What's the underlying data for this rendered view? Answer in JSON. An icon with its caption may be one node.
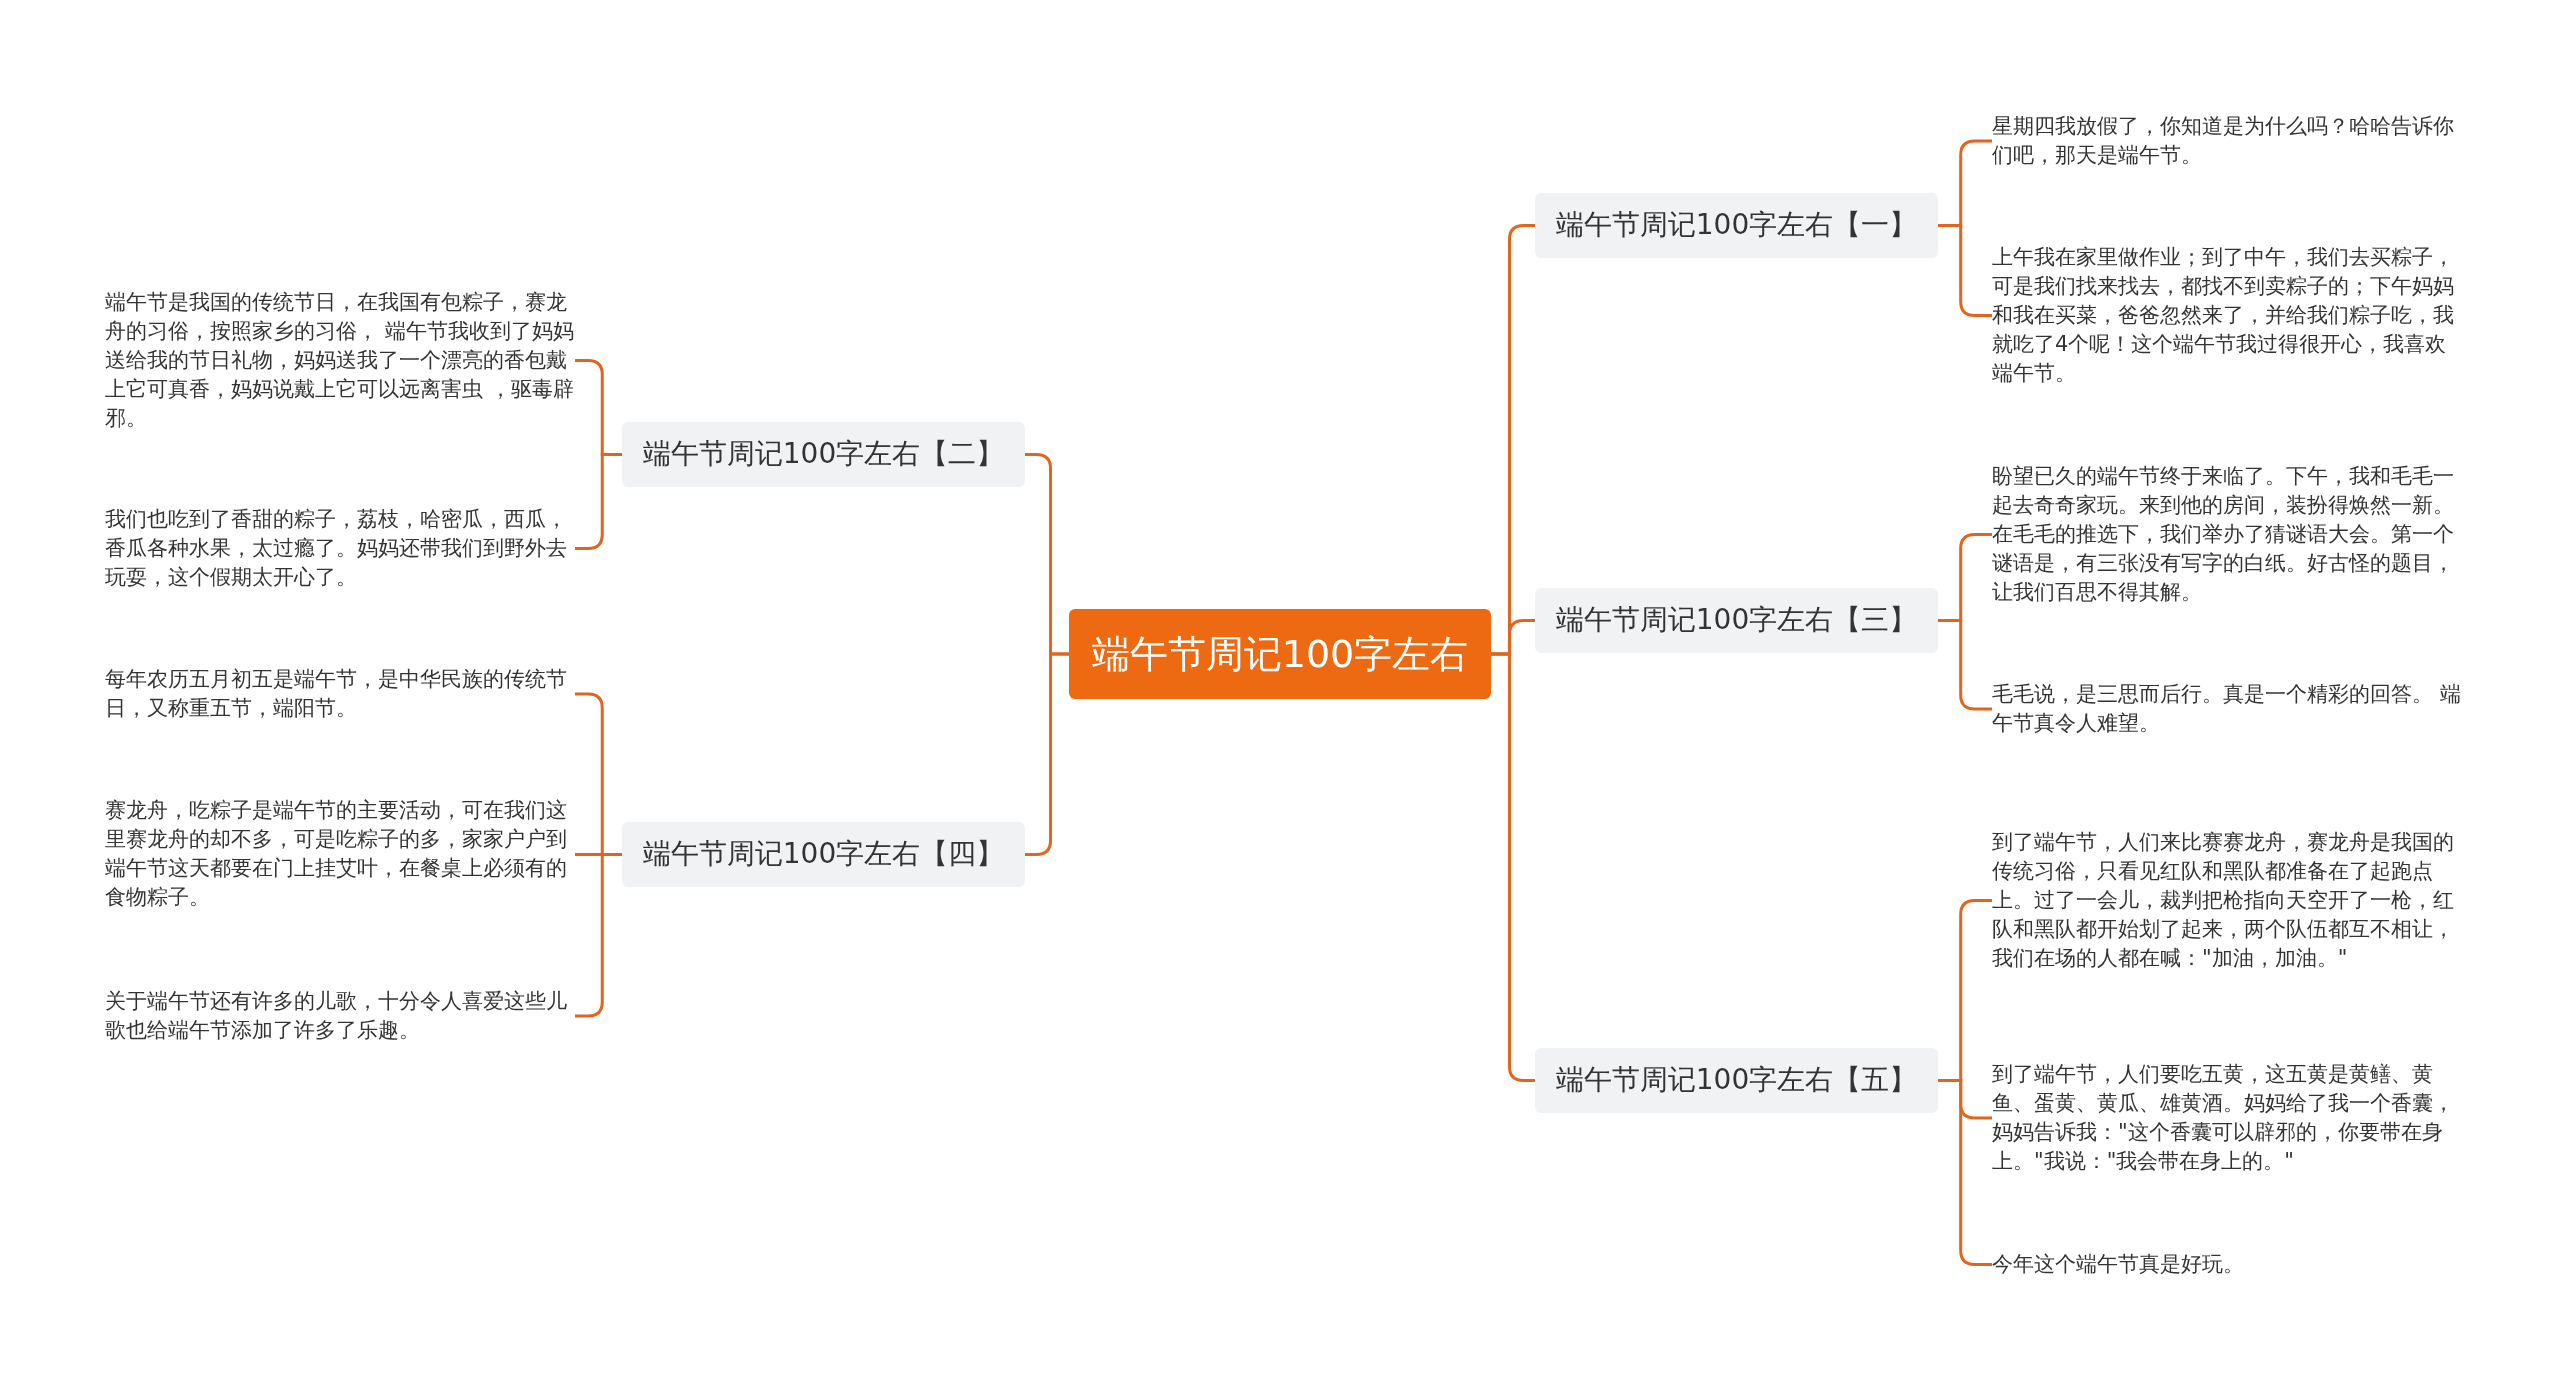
{
  "diagram": {
    "nodes": [
      {
        "text": [
          "端午节周记100字左右"
        ]
      },
      {
        "text": [
          "端午节周记100字左右【一】"
        ]
      },
      {
        "text": [
          "端午节周记100字左右【二】"
        ]
      },
      {
        "text": [
          "端午节周记100字左右【三】"
        ]
      },
      {
        "text": [
          "端午节周记100字左右【四】"
        ]
      },
      {
        "text": [
          "端午节周记100字左右【五】"
        ]
      },
      {
        "text": [
          "星期四我放假了，你知道是为什么吗？哈哈告诉你们吧，那天是端午节。"
        ]
      },
      {
        "text": [
          "上午我在家里做作业；到了中午，我们去买粽子，可是我们找来找去，都找不到卖粽子的；下午妈妈和我在买菜，爸爸忽然来了，并给我们粽子吃，我就吃了4个呢！这个端午节我过得很开心，我喜欢端午节。"
        ]
      },
      {
        "text": [
          "端午节是我国的传统节日，在我国有包粽子，赛龙舟的习俗，按照家乡的习俗， 端午节我收到了妈妈送给我的节日礼物，妈妈送我了一个漂亮的香包戴上它可真香，妈妈说戴上它可以远离害虫 ，驱毒辟邪。"
        ]
      },
      {
        "text": [
          "我们也吃到了香甜的粽子，荔枝，哈密瓜，西瓜，香瓜各种水果，太过瘾了。妈妈还带我们到野外去玩耍，这个假期太开心了。"
        ]
      },
      {
        "text": [
          "盼望已久的端午节终于来临了。下午，我和毛毛一起去奇奇家玩。来到他的房间，装扮得焕然一新。在毛毛的推选下，我们举办了猜谜语大会。第一个谜语是，有三张没有写字的白纸。好古怪的题目，让我们百思不得其解。"
        ]
      },
      {
        "text": [
          "毛毛说，是三思而后行。真是一个精彩的回答。 端午节真令人难望。"
        ]
      },
      {
        "text": [
          "每年农历五月初五是端午节，是中华民族的传统节日，又称重五节，端阳节。"
        ]
      },
      {
        "text": [
          "赛龙舟，吃粽子是端午节的主要活动，可在我们这里赛龙舟的却不多，可是吃粽子的多，家家户户到端午节这天都要在门上挂艾叶，在餐桌上必须有的食物粽子。"
        ]
      },
      {
        "text": [
          "关于端午节还有许多的儿歌，十分令人喜爱这些儿歌也给端午节添加了许多了乐趣。"
        ]
      },
      {
        "text": [
          "到了端午节，人们来比赛赛龙舟，赛龙舟是我国的传统习俗，只看见红队和黑队都准备在了起跑点上。过了一会儿，裁判把枪指向天空开了一枪，红队和黑队都开始划了起来，两个队伍都互不相让，我们在场的人都在喊：\"加油，加油。\""
        ]
      },
      {
        "text": [
          "到了端午节，人们要吃五黄，这五黄是黄鳝、黄鱼、蛋黄、黄瓜、雄黄酒。妈妈给了我一个香囊，妈妈告诉我：\"这个香囊可以辟邪的，你要带在身上。\"我说：\"我会带在身上的。\""
        ]
      },
      {
        "text": [
          "今年这个端午节真是好玩。"
        ]
      }
    ],
    "edges": [
      {
        "from": 0,
        "to": 1,
        "arrow": "none"
      },
      {
        "from": 0,
        "to": 2,
        "arrow": "none"
      },
      {
        "from": 0,
        "to": 3,
        "arrow": "none"
      },
      {
        "from": 0,
        "to": 4,
        "arrow": "none"
      },
      {
        "from": 0,
        "to": 5,
        "arrow": "none"
      },
      {
        "from": 1,
        "to": 6,
        "arrow": "none"
      },
      {
        "from": 1,
        "to": 7,
        "arrow": "none"
      },
      {
        "from": 2,
        "to": 8,
        "arrow": "none"
      },
      {
        "from": 2,
        "to": 9,
        "arrow": "none"
      },
      {
        "from": 3,
        "to": 10,
        "arrow": "none"
      },
      {
        "from": 3,
        "to": 11,
        "arrow": "none"
      },
      {
        "from": 4,
        "to": 12,
        "arrow": "none"
      },
      {
        "from": 4,
        "to": 13,
        "arrow": "none"
      },
      {
        "from": 4,
        "to": 14,
        "arrow": "none"
      },
      {
        "from": 5,
        "to": 15,
        "arrow": "none"
      },
      {
        "from": 5,
        "to": 16,
        "arrow": "none"
      },
      {
        "from": 5,
        "to": 17,
        "arrow": "none"
      }
    ]
  }
}
